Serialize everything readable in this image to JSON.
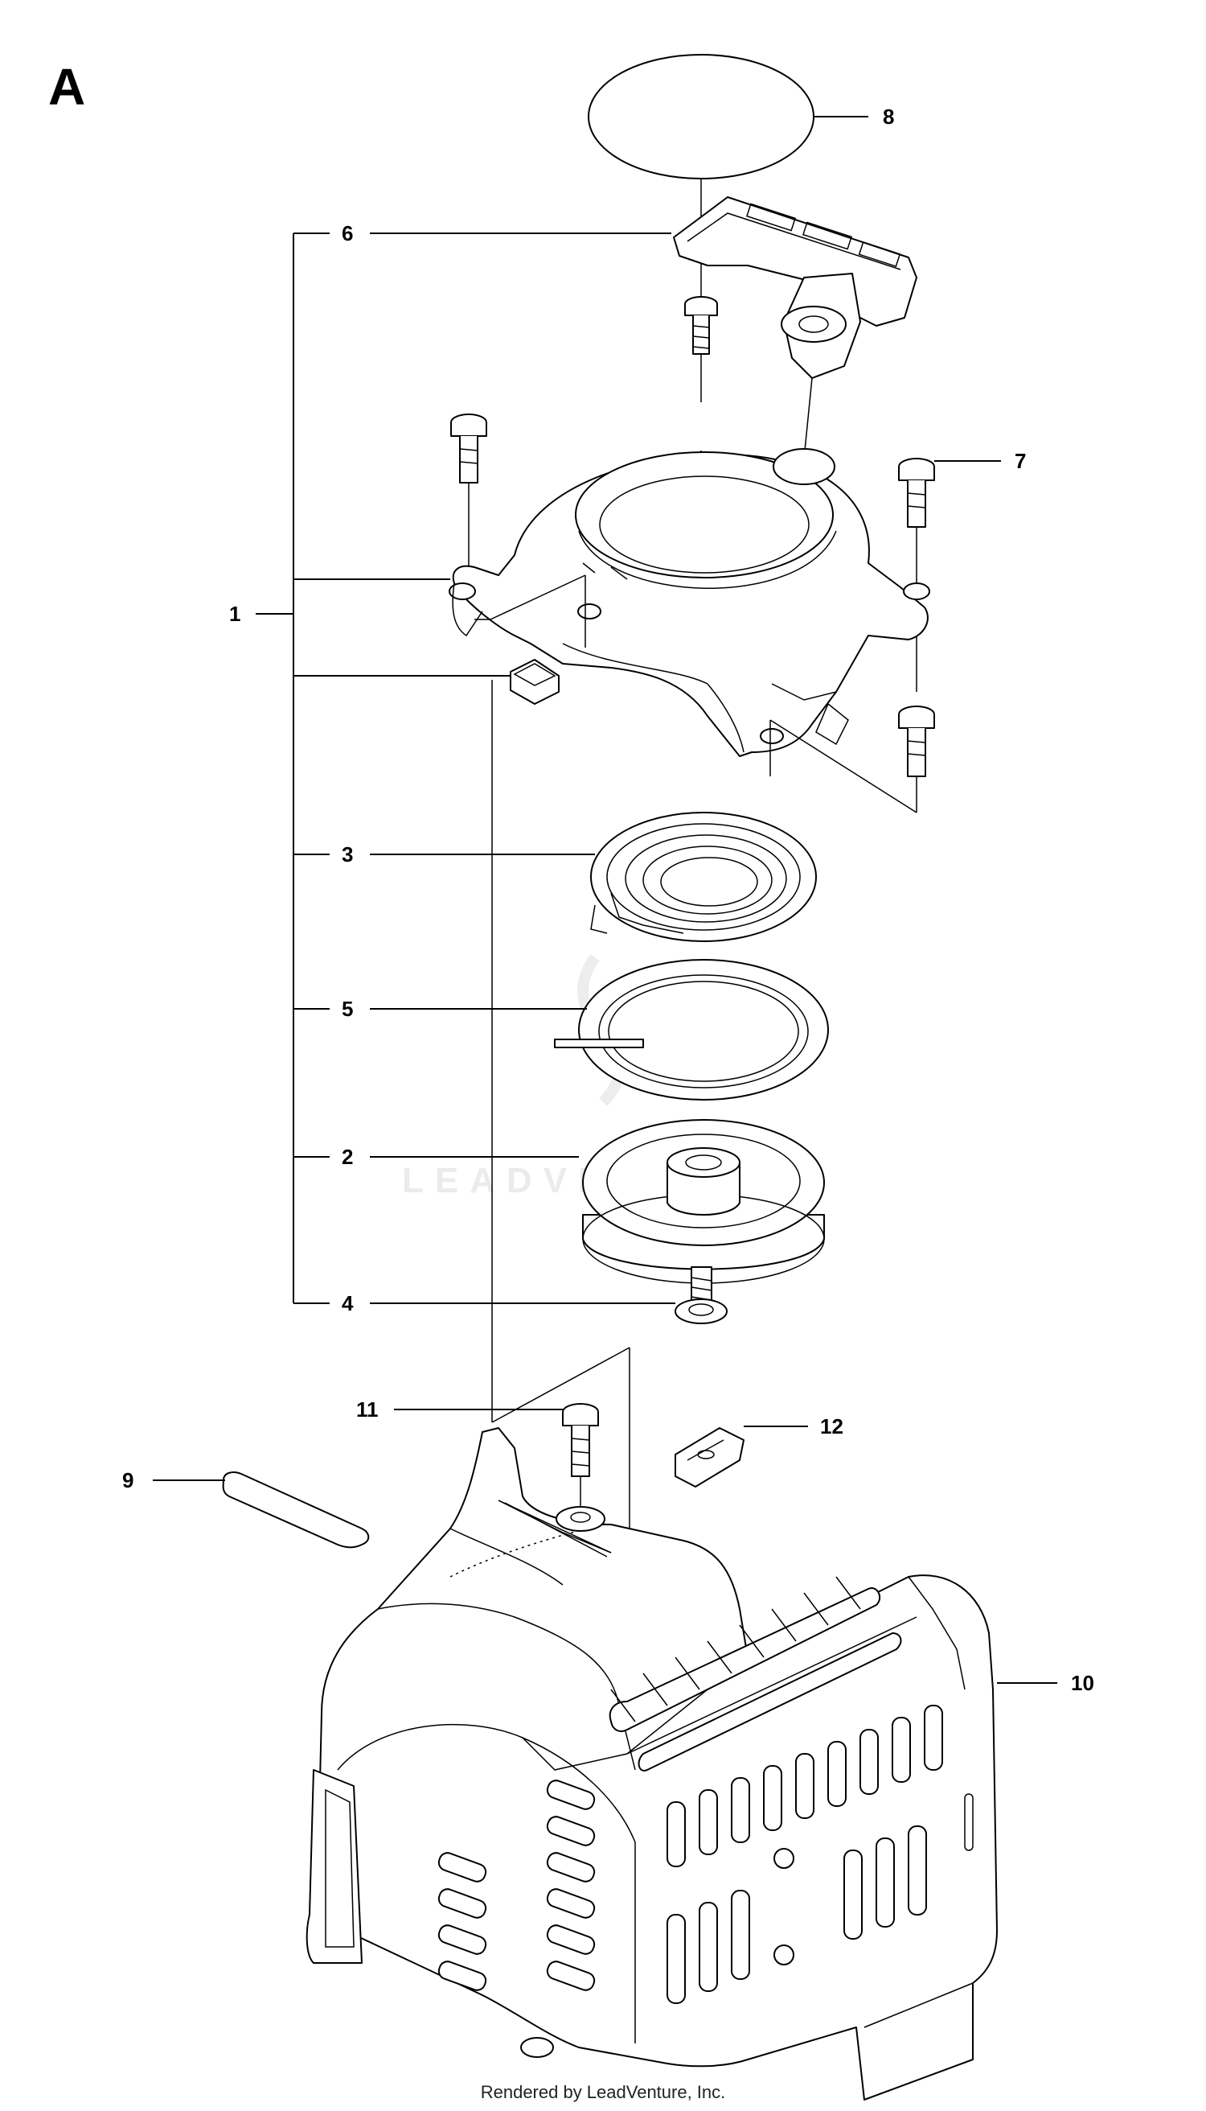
{
  "sheet_label": "A",
  "watermark": "LEADVENTURE",
  "footer": "Rendered by LeadVenture, Inc.",
  "callouts": [
    "1",
    "2",
    "3",
    "4",
    "5",
    "6",
    "7",
    "8",
    "9",
    "10",
    "11",
    "12"
  ]
}
